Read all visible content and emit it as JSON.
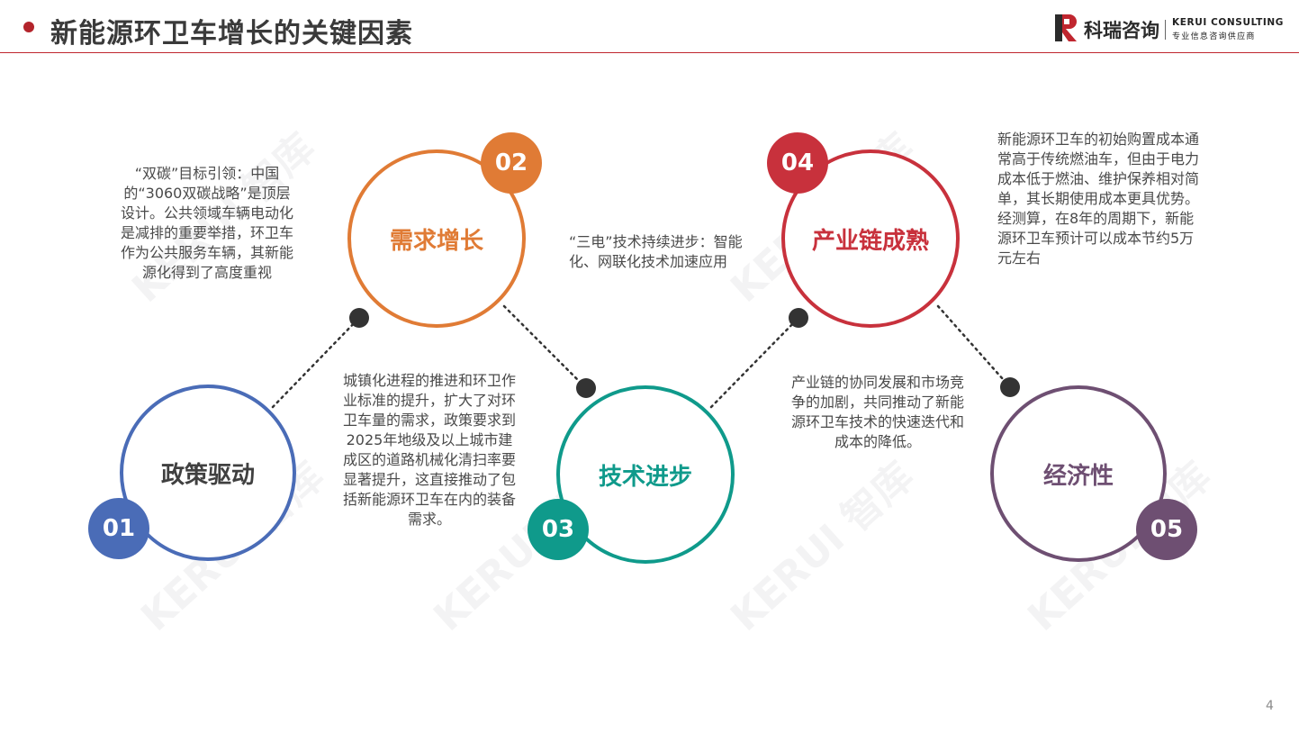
{
  "header": {
    "title": "新能源环卫车增长的关键因素",
    "logo_cn": "科瑞咨询",
    "logo_en": "KERUI CONSULTING",
    "logo_sub": "专业信息咨询供应商",
    "accent_color": "#b3242b"
  },
  "watermark": {
    "text": "KERUI 智库"
  },
  "factors": [
    {
      "number": "01",
      "label": "政策驱动",
      "color": "#4a6cb7",
      "description": "“双碳”目标引领：中国的“3060双碳战略”是顶层设计。公共领域车辆电动化是减排的重要举措，环卫车作为公共服务车辆，其新能源化得到了高度重视"
    },
    {
      "number": "02",
      "label": "需求增长",
      "color": "#e07b35",
      "description": "城镇化进程的推进和环卫作业标准的提升，扩大了对环卫车量的需求，政策要求到2025年地级及以上城市建成区的道路机械化清扫率要显著提升，这直接推动了包括新能源环卫车在内的装备需求。"
    },
    {
      "number": "03",
      "label": "技术进步",
      "color": "#0f9a8b",
      "description": "“三电”技术持续进步：智能化、网联化技术加速应用"
    },
    {
      "number": "04",
      "label": "产业链成熟",
      "color": "#c8313c",
      "description": "产业链的协同发展和市场竞争的加剧，共同推动了新能源环卫车技术的快速迭代和成本的降低。"
    },
    {
      "number": "05",
      "label": "经济性",
      "color": "#6e4f72",
      "description": "新能源环卫车的初始购置成本通常高于传统燃油车，但由于电力成本低于燃油、维护保养相对简单，其长期使用成本更具优势。经测算，在8年的周期下，新能源环卫车预计可以成本节约5万元左右"
    }
  ],
  "page_number": "4"
}
